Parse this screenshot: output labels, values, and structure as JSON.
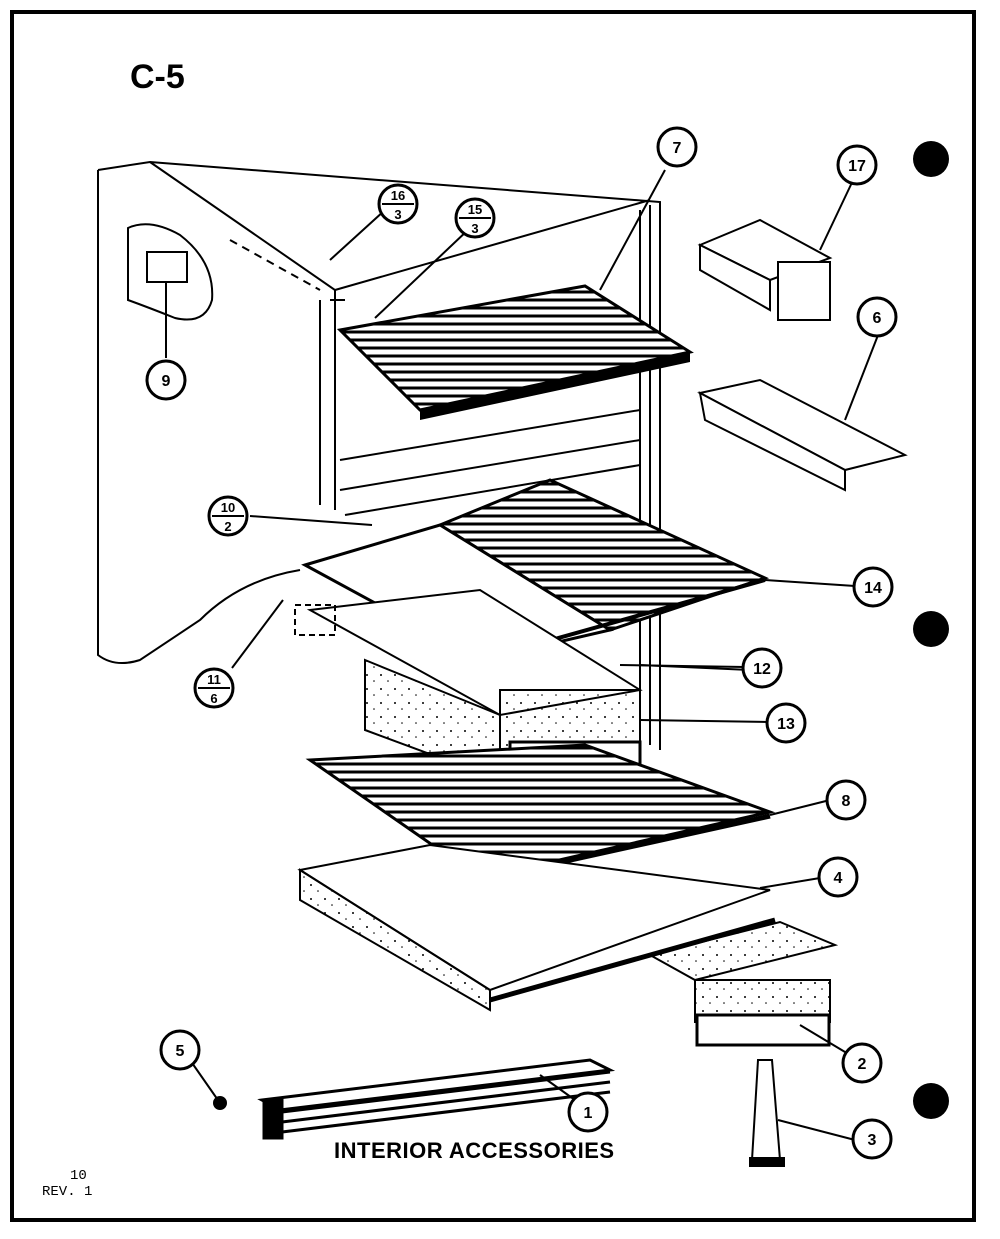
{
  "page": {
    "code": "C-5",
    "title": "INTERIOR ACCESSORIES",
    "page_number": "10",
    "revision": "REV. 1"
  },
  "callouts": [
    {
      "id": "1",
      "label": "1"
    },
    {
      "id": "2",
      "label": "2"
    },
    {
      "id": "3",
      "label": "3"
    },
    {
      "id": "4",
      "label": "4"
    },
    {
      "id": "5",
      "label": "5"
    },
    {
      "id": "6",
      "label": "6"
    },
    {
      "id": "7",
      "label": "7"
    },
    {
      "id": "8",
      "label": "8"
    },
    {
      "id": "9",
      "label": "9"
    },
    {
      "id": "12",
      "label": "12"
    },
    {
      "id": "13",
      "label": "13"
    },
    {
      "id": "14",
      "label": "14"
    },
    {
      "id": "17",
      "label": "17"
    }
  ],
  "fraction_callouts": [
    {
      "id": "16-3",
      "top": "16",
      "bottom": "3"
    },
    {
      "id": "15-3",
      "top": "15",
      "bottom": "3"
    },
    {
      "id": "10-2",
      "top": "10",
      "bottom": "2"
    },
    {
      "id": "11-6",
      "top": "11",
      "bottom": "6"
    }
  ]
}
